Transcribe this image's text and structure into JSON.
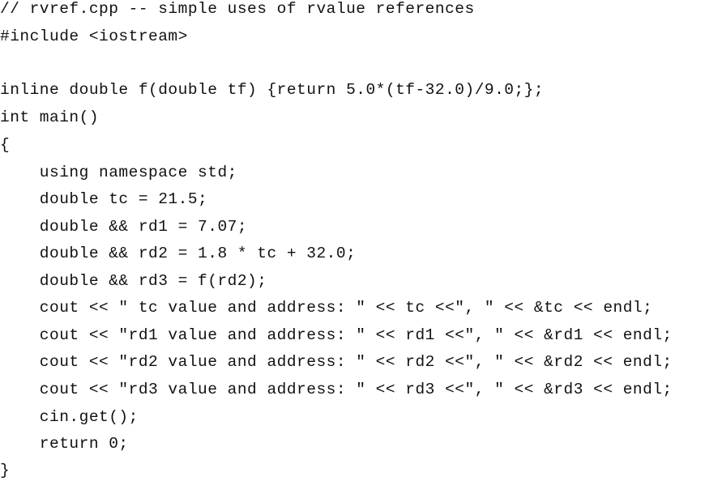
{
  "listing": {
    "lines": [
      "// rvref.cpp -- simple uses of rvalue references",
      "#include <iostream>",
      "",
      "inline double f(double tf) {return 5.0*(tf-32.0)/9.0;};",
      "int main()",
      "{",
      "    using namespace std;",
      "    double tc = 21.5;",
      "    double && rd1 = 7.07;",
      "    double && rd2 = 1.8 * tc + 32.0;",
      "    double && rd3 = f(rd2);",
      "    cout << \" tc value and address: \" << tc <<\", \" << &tc << endl;",
      "    cout << \"rd1 value and address: \" << rd1 <<\", \" << &rd1 << endl;",
      "    cout << \"rd2 value and address: \" << rd2 <<\", \" << &rd2 << endl;",
      "    cout << \"rd3 value and address: \" << rd3 <<\", \" << &rd3 << endl;",
      "    cin.get();",
      "    return 0;",
      "}"
    ]
  }
}
